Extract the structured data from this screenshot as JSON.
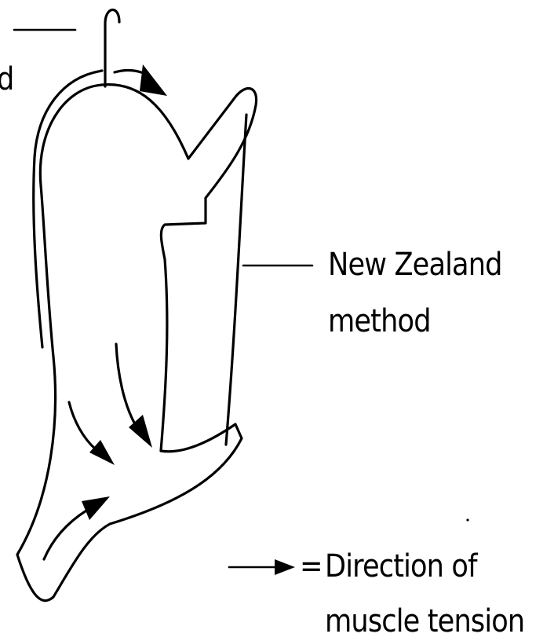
{
  "labels": {
    "partial_left": "d",
    "new_zealand_line1": "New Zealand",
    "new_zealand_line2": "method",
    "legend_symbol": "=",
    "legend_line1": "Direction of",
    "legend_line2": "muscle tension"
  },
  "colors": {
    "ink": "#000000",
    "background": "#ffffff"
  }
}
